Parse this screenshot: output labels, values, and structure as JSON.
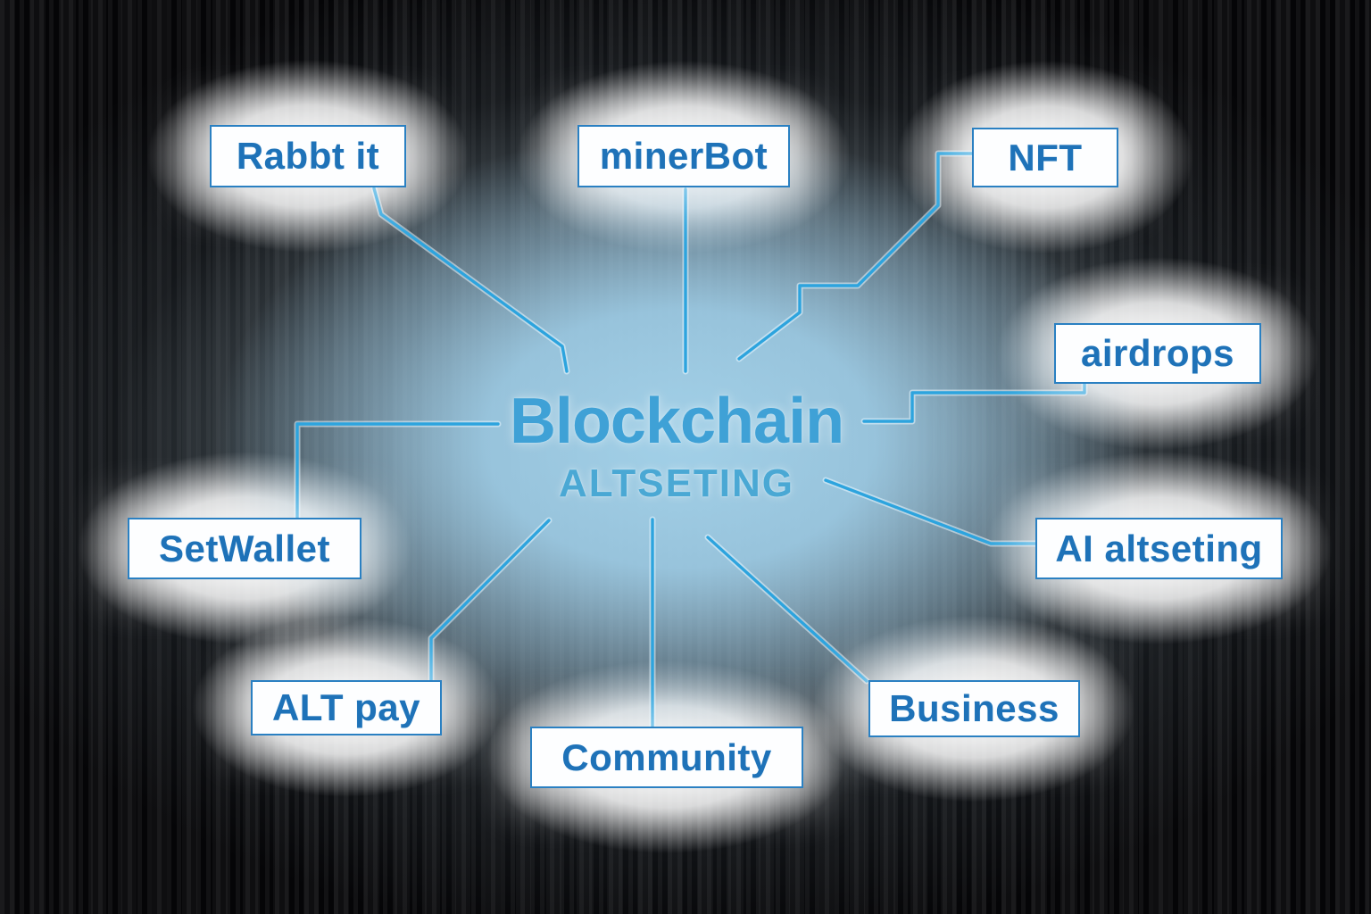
{
  "center": {
    "title": "Blockchain",
    "subtitle": "ALTSETING"
  },
  "nodes": [
    {
      "id": "rabbt-it",
      "label": "Rabbt it"
    },
    {
      "id": "minerbot",
      "label": "minerBot"
    },
    {
      "id": "nft",
      "label": "NFT"
    },
    {
      "id": "airdrops",
      "label": "airdrops"
    },
    {
      "id": "ai-altseting",
      "label": "AI altseting"
    },
    {
      "id": "business",
      "label": "Business"
    },
    {
      "id": "community",
      "label": "Community"
    },
    {
      "id": "alt-pay",
      "label": "ALT pay"
    },
    {
      "id": "setwallet",
      "label": "SetWallet"
    }
  ],
  "colors": {
    "connector_line": "#2da4de",
    "box_border": "#2a80c2",
    "box_background": "#fdfeff",
    "box_text": "#1e72b8",
    "center_title_text": "#3fa1d6",
    "center_subtitle_text": "#4aa8d4",
    "center_glow": "#a3d2ea",
    "background_edge": "#050507",
    "node_glow": "#ffffff"
  }
}
